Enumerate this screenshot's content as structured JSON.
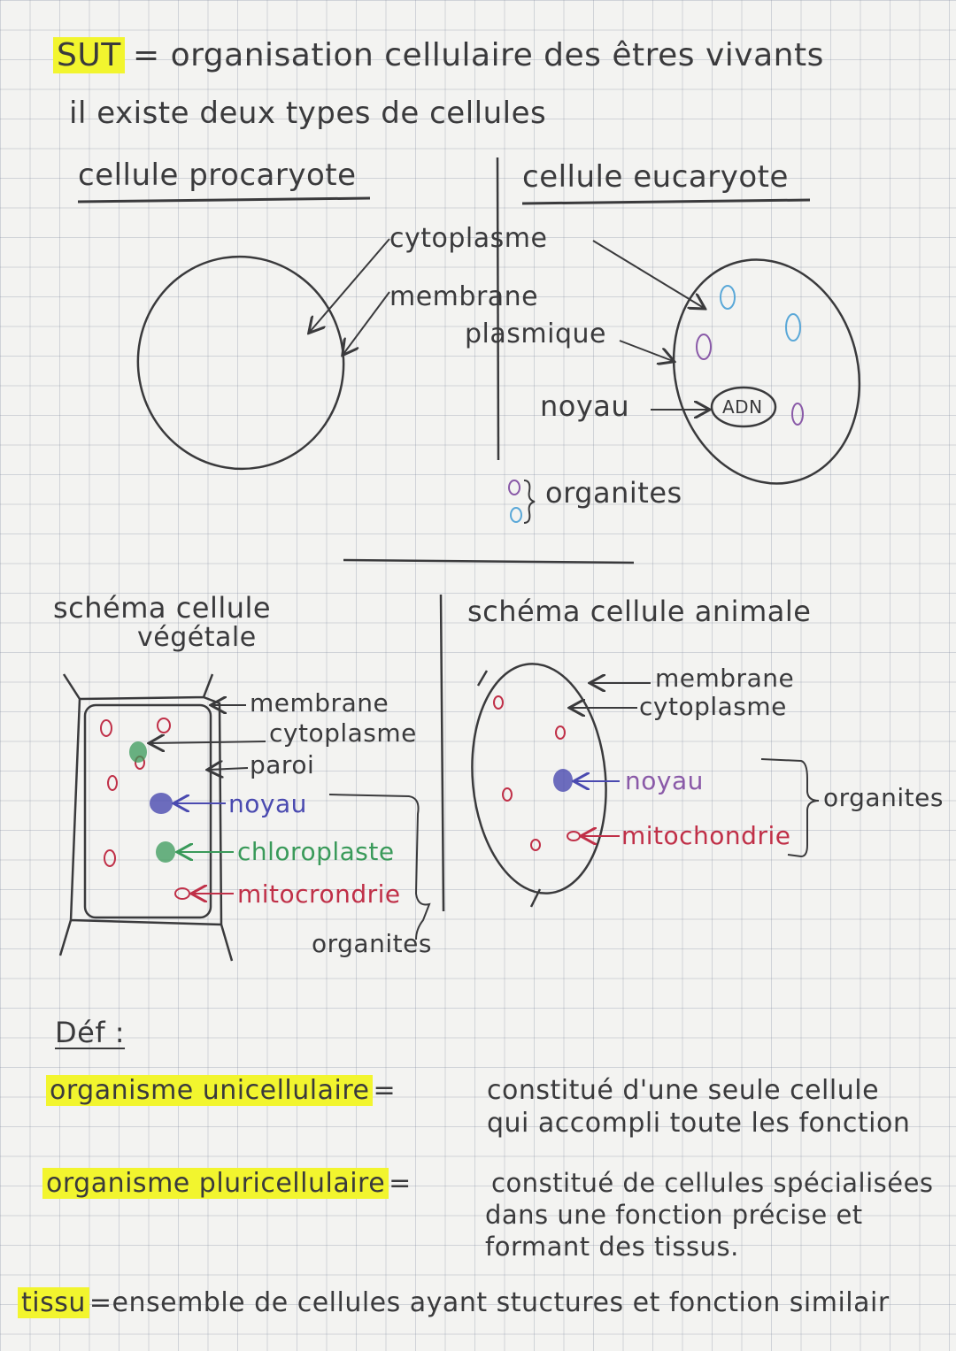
{
  "header": {
    "sujet": "SUT",
    "titre": "= organisation cellulaire des êtres vivants",
    "intro": "il existe deux types de cellules"
  },
  "types": {
    "procaryote": "cellule procaryote",
    "eucaryote": "cellule eucaryote",
    "cytoplasme": "cytoplasme",
    "membrane": "membrane",
    "plasmique": "plasmique",
    "noyau": "noyau",
    "adn": "ADN",
    "organites": "organites"
  },
  "vegetale": {
    "titre1": "schéma cellule",
    "titre2": "végétale",
    "membrane": "membrane",
    "cytoplasme": "cytoplasme",
    "paroi": "paroi",
    "noyau": "noyau",
    "chloroplaste": "chloroplaste",
    "mitochondrie": "mitocrondrie",
    "organites": "organites"
  },
  "animale": {
    "titre": "schéma cellule animale",
    "membrane": "membrane",
    "cytoplasme": "cytoplasme",
    "noyau": "noyau",
    "mitochondrie": "mitochondrie",
    "organites": "organites"
  },
  "definitions": {
    "label": "Déf :",
    "items": [
      {
        "term": "organisme unicellulaire",
        "sep": "=",
        "lines": [
          "constitué d'une seule cellule",
          "qui accompli toute les fonction"
        ]
      },
      {
        "term": "organisme pluricellulaire",
        "sep": "=",
        "lines": [
          "constitué de cellules spécialisées",
          "dans une fonction précise et",
          "formant des tissus."
        ]
      },
      {
        "term": "tissu",
        "sep": "=",
        "lines": [
          "ensemble de cellules ayant stuctures et fonction similair"
        ]
      }
    ]
  },
  "colors": {
    "ink": "#3a3a3c",
    "highlight": "#f2f52e",
    "red": "#c03048",
    "green": "#3a9a5a",
    "blue": "#4a4ab0",
    "purple": "#8a5aa8",
    "cyan": "#5aa8d8"
  }
}
